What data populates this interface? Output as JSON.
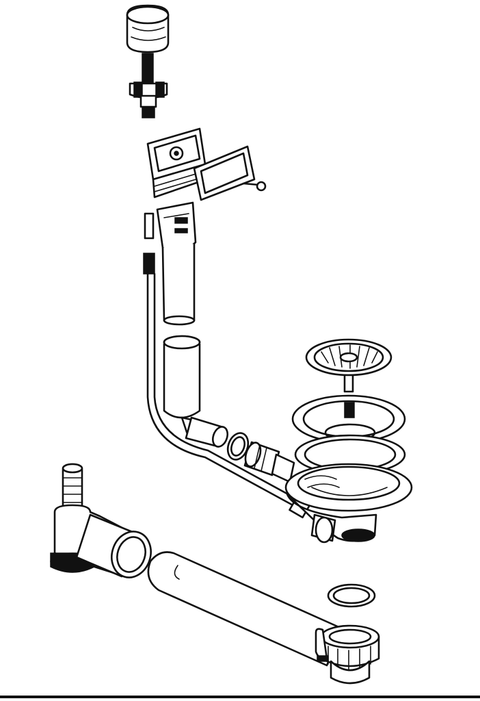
{
  "colors": {
    "line": "#111111",
    "background": "#ffffff",
    "fill_dark": "#111111",
    "fill_light": "#d9d9d9"
  },
  "parts": [
    "pop-up-knob",
    "overflow-frame",
    "overflow-gasket",
    "frame-screw",
    "overflow-housing",
    "overflow-upper-tube",
    "overflow-lower-tube",
    "cable-guide",
    "strainer-basket",
    "sink-flange",
    "flange-gasket",
    "strainer-body",
    "connector-tube",
    "ring-gasket",
    "threaded-coupling",
    "hose-connector",
    "trap-elbow",
    "extension-tube",
    "washer-ring",
    "trap-nut"
  ]
}
